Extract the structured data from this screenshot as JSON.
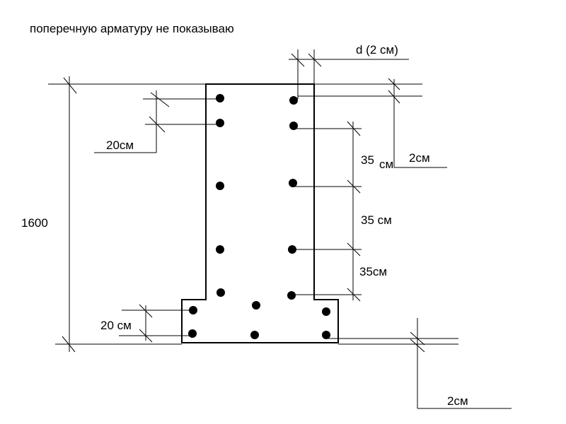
{
  "note": "поперечную арматуру не показываю",
  "dims": {
    "total_height": "1600",
    "cover_top": "d (2 см)",
    "spacing_top_left": "20см",
    "spacing_right_1_a": "35",
    "spacing_right_1_b": "см",
    "cover_right": "2см",
    "spacing_right_2": "35 см",
    "spacing_right_3": "35см",
    "spacing_bottom_left": "20 см",
    "cover_bottom": "2см"
  },
  "colors": {
    "ink": "#000000",
    "background": "#ffffff"
  }
}
